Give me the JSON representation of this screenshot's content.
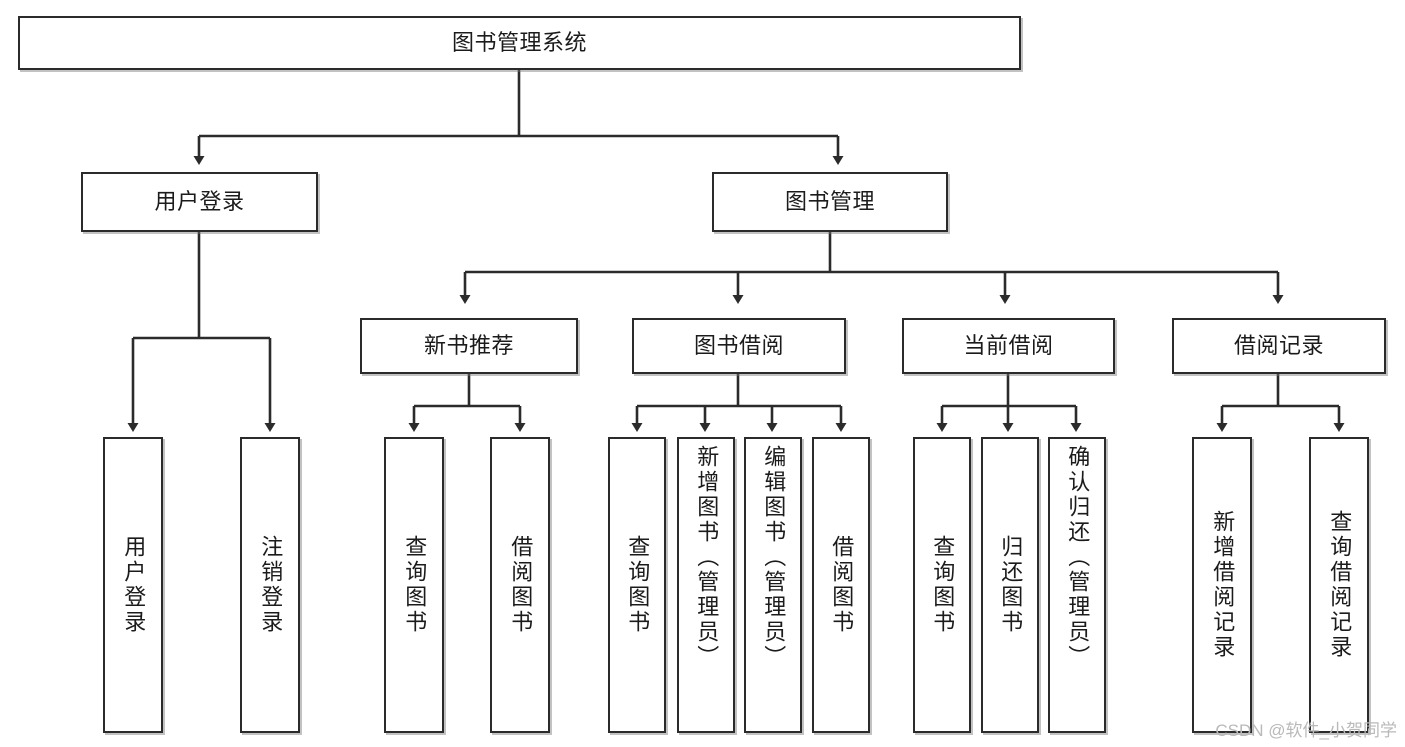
{
  "diagram": {
    "type": "tree",
    "title": "图书管理系统",
    "watermark": "CSDN @软件_小贺同学",
    "colors": {
      "background": "#ffffff",
      "node_fill": "#ffffff",
      "node_border": "#2b2b2b",
      "edge": "#2b2b2b",
      "text": "#1b1b1b",
      "watermark": "#b9b9b9"
    },
    "nodes": [
      {
        "id": "root",
        "label": "图书管理系统",
        "level": 0,
        "orientation": "horizontal"
      },
      {
        "id": "user-login",
        "label": "用户登录",
        "level": 1,
        "orientation": "horizontal"
      },
      {
        "id": "book-manage",
        "label": "图书管理",
        "level": 1,
        "orientation": "horizontal"
      },
      {
        "id": "new-book-rec",
        "label": "新书推荐",
        "level": 2,
        "orientation": "horizontal"
      },
      {
        "id": "book-borrow",
        "label": "图书借阅",
        "level": 2,
        "orientation": "horizontal"
      },
      {
        "id": "current-borrow",
        "label": "当前借阅",
        "level": 2,
        "orientation": "horizontal"
      },
      {
        "id": "borrow-record",
        "label": "借阅记录",
        "level": 2,
        "orientation": "horizontal"
      },
      {
        "id": "leaf-login",
        "label": "用户登录",
        "level": 3,
        "orientation": "vertical",
        "parent": "user-login"
      },
      {
        "id": "leaf-logout",
        "label": "注销登录",
        "level": 3,
        "orientation": "vertical",
        "parent": "user-login"
      },
      {
        "id": "leaf-rec-query",
        "label": "查询图书",
        "level": 3,
        "orientation": "vertical",
        "parent": "new-book-rec"
      },
      {
        "id": "leaf-rec-borrow",
        "label": "借阅图书",
        "level": 3,
        "orientation": "vertical",
        "parent": "new-book-rec"
      },
      {
        "id": "leaf-borrow-query",
        "label": "查询图书",
        "level": 3,
        "orientation": "vertical",
        "parent": "book-borrow"
      },
      {
        "id": "leaf-book-add",
        "label": "新增图书（管理员）",
        "level": 3,
        "orientation": "vertical",
        "parent": "book-borrow"
      },
      {
        "id": "leaf-book-edit",
        "label": "编辑图书（管理员）",
        "level": 3,
        "orientation": "vertical",
        "parent": "book-borrow"
      },
      {
        "id": "leaf-borrow-book",
        "label": "借阅图书",
        "level": 3,
        "orientation": "vertical",
        "parent": "book-borrow"
      },
      {
        "id": "leaf-cur-query",
        "label": "查询图书",
        "level": 3,
        "orientation": "vertical",
        "parent": "current-borrow"
      },
      {
        "id": "leaf-return-book",
        "label": "归还图书",
        "level": 3,
        "orientation": "vertical",
        "parent": "current-borrow"
      },
      {
        "id": "leaf-confirm-return",
        "label": "确认归还（管理员）",
        "level": 3,
        "orientation": "vertical",
        "parent": "current-borrow"
      },
      {
        "id": "leaf-record-add",
        "label": "新增借阅记录",
        "level": 3,
        "orientation": "vertical",
        "parent": "borrow-record"
      },
      {
        "id": "leaf-record-query",
        "label": "查询借阅记录",
        "level": 3,
        "orientation": "vertical",
        "parent": "borrow-record"
      }
    ],
    "edges": [
      {
        "from": "root",
        "to": "user-login"
      },
      {
        "from": "root",
        "to": "book-manage"
      },
      {
        "from": "book-manage",
        "to": "new-book-rec"
      },
      {
        "from": "book-manage",
        "to": "book-borrow"
      },
      {
        "from": "book-manage",
        "to": "current-borrow"
      },
      {
        "from": "book-manage",
        "to": "borrow-record"
      },
      {
        "from": "user-login",
        "to": "leaf-login"
      },
      {
        "from": "user-login",
        "to": "leaf-logout"
      },
      {
        "from": "new-book-rec",
        "to": "leaf-rec-query"
      },
      {
        "from": "new-book-rec",
        "to": "leaf-rec-borrow"
      },
      {
        "from": "book-borrow",
        "to": "leaf-borrow-query"
      },
      {
        "from": "book-borrow",
        "to": "leaf-book-add"
      },
      {
        "from": "book-borrow",
        "to": "leaf-book-edit"
      },
      {
        "from": "book-borrow",
        "to": "leaf-borrow-book"
      },
      {
        "from": "current-borrow",
        "to": "leaf-cur-query"
      },
      {
        "from": "current-borrow",
        "to": "leaf-return-book"
      },
      {
        "from": "current-borrow",
        "to": "leaf-confirm-return"
      },
      {
        "from": "borrow-record",
        "to": "leaf-record-add"
      },
      {
        "from": "borrow-record",
        "to": "leaf-record-query"
      }
    ]
  }
}
